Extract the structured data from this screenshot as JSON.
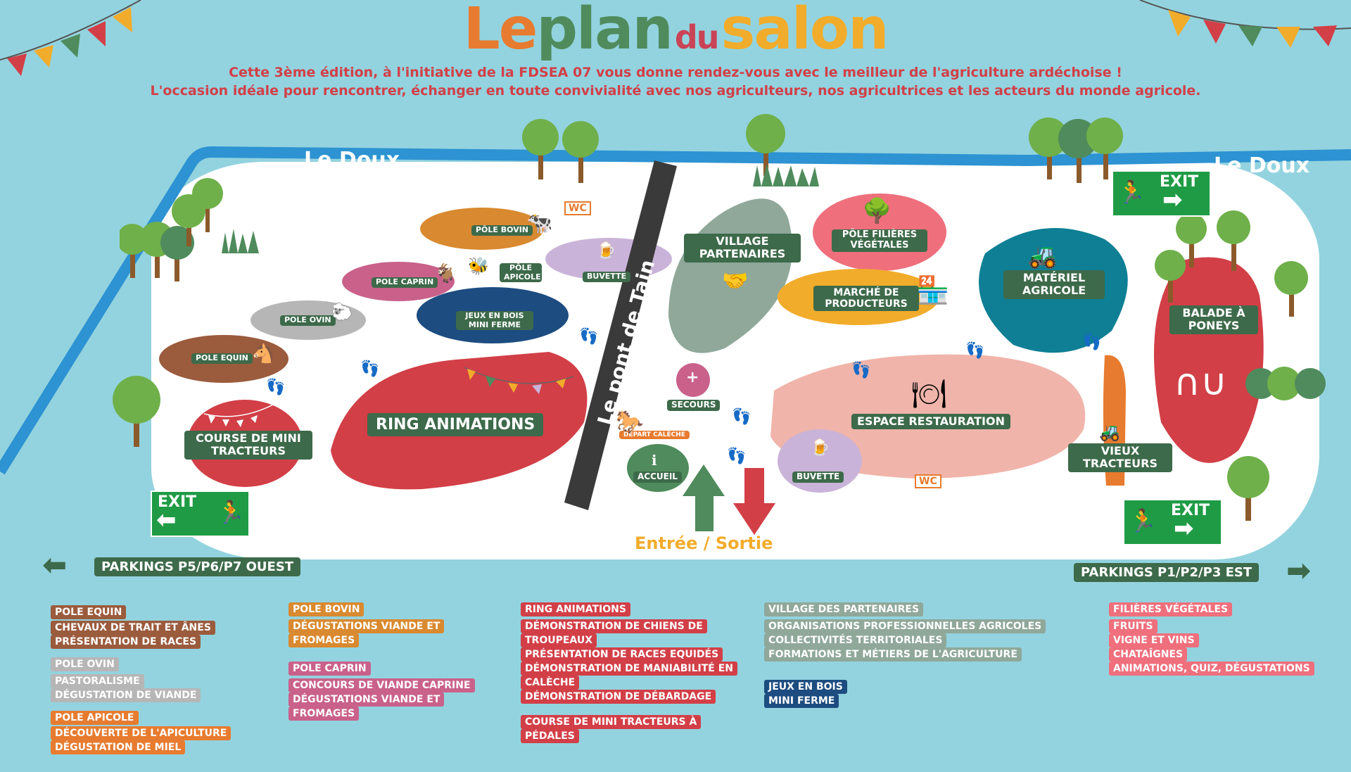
{
  "title": {
    "le": "Le",
    "plan": "plan",
    "du": "du",
    "salon": "salon"
  },
  "subtitle": {
    "line1": "Cette 3ème édition, à l'initiative de la FDSEA 07 vous donne rendez-vous avec le meilleur de l'agriculture ardéchoise !",
    "line2": "L'occasion idéale pour rencontrer, échanger en toute convivialité avec nos agriculteurs, nos agricultrices et les acteurs du monde agricole."
  },
  "river": {
    "left": "Le Doux",
    "right": "Le Doux"
  },
  "bridge": "Le pont de Tain",
  "zones": {
    "pole_bovin": "PÔLE BOVIN",
    "wc": "WC",
    "pole_caprin": "POLE CAPRIN",
    "pole_apicole": "PÔLE APICOLE",
    "buvette1": "BUVETTE",
    "pole_ovin": "POLE OVIN",
    "jeux": "JEUX EN BOIS MINI FERME",
    "pole_equin": "POLE EQUIN",
    "course": "COURSE DE MINI TRACTEURS",
    "ring": "RING ANIMATIONS",
    "village": "VILLAGE PARTENAIRES",
    "filieres": "PÔLE FILIÈRES VÉGÉTALES",
    "marche": "MARCHÉ DE PRODUCTEURS",
    "materiel": "MATÉRIEL AGRICOLE",
    "balade": "BALADE À PONEYS",
    "secours": "SECOURS",
    "caleche": "DÉPART CALÈCHE",
    "accueil": "ACCUEIL",
    "restauration": "ESPACE RESTAURATION",
    "buvette2": "BUVETTE",
    "wc2": "WC",
    "vieux": "VIEUX TRACTEURS"
  },
  "exits": {
    "left": "EXIT",
    "top_right": "EXIT",
    "bottom_right": "EXIT"
  },
  "entree": "Entrée / Sortie",
  "parkings": {
    "west": "PARKINGS P5/P6/P7 OUEST",
    "east": "PARKINGS P1/P2/P3 EST"
  },
  "legend": {
    "col1": [
      {
        "head": "POLE EQUIN",
        "items": [
          "CHEVAUX DE TRAIT ET ÂNES",
          "PRÉSENTATION DE RACES"
        ],
        "color": "#9b5b3d"
      },
      {
        "head": "POLE OVIN",
        "items": [
          "PASTORALISME",
          "DÉGUSTATION DE VIANDE"
        ],
        "color": "#b6b6b6"
      },
      {
        "head": "POLE APICOLE",
        "items": [
          "DÉCOUVERTE DE L'APICULTURE",
          "DÉGUSTATION DE MIEL"
        ],
        "color": "#e77b2f"
      }
    ],
    "col2": [
      {
        "head": "POLE BOVIN",
        "items": [
          "DÉGUSTATIONS VIANDE ET",
          "FROMAGES"
        ],
        "color": "#d9892f"
      },
      {
        "head": "POLE CAPRIN",
        "items": [
          "CONCOURS DE VIANDE CAPRINE",
          "DÉGUSTATIONS VIANDE ET",
          "FROMAGES"
        ],
        "color": "#c9618a"
      }
    ],
    "col3": [
      {
        "head": "RING ANIMATIONS",
        "items": [
          "DÉMONSTRATION DE CHIENS DE",
          "TROUPEAUX",
          "PRÉSENTATION DE RACES EQUIDÉS",
          "DÉMONSTRATION DE MANIABILITÉ EN",
          "CALÈCHE",
          "DÉMONSTRATION DE DÉBARDAGE"
        ],
        "color": "#d23f47"
      },
      {
        "head": "",
        "items": [
          "COURSE DE MINI TRACTEURS À",
          "PÉDALES"
        ],
        "color": "#d23f47"
      }
    ],
    "col4": [
      {
        "head": "VILLAGE DES PARTENAIRES",
        "items": [
          "ORGANISATIONS PROFESSIONNELLES AGRICOLES",
          "COLLECTIVITÉS TERRITORIALES",
          "FORMATIONS ET MÉTIERS DE L'AGRICULTURE"
        ],
        "color": "#8fa89a"
      },
      {
        "head": "",
        "items": [
          "JEUX EN BOIS",
          "MINI FERME"
        ],
        "color": "#1d4c80"
      }
    ],
    "col5": [
      {
        "head": "FILIÈRES VÉGÉTALES",
        "items": [
          "FRUITS",
          "VIGNE ET VINS",
          "CHATAÎGNES",
          "ANIMATIONS, QUIZ, DÉGUSTATIONS"
        ],
        "color": "#ef6f7c"
      }
    ]
  }
}
